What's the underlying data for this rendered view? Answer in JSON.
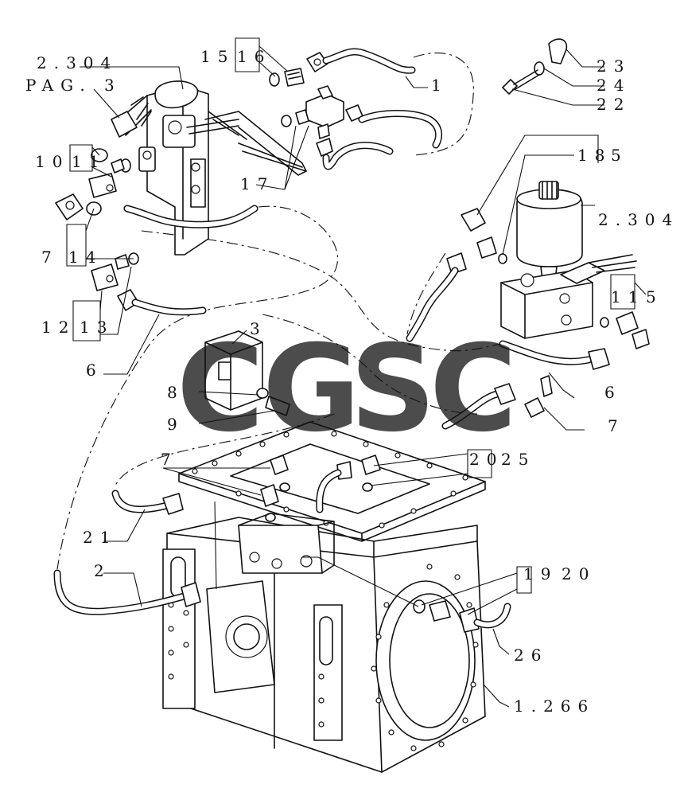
{
  "watermark": {
    "letters": [
      "C",
      "G",
      "S",
      "C"
    ],
    "colors": [
      "#4f8ff7",
      "#f0776c",
      "#fbd15a",
      "#2e9a6a"
    ]
  },
  "callouts": {
    "ref_2_304_top": "2.304",
    "pag_3": "PAG. 3",
    "c15": "15",
    "c16": "16",
    "c1": "1",
    "c23": "23",
    "c24": "24",
    "c22": "22",
    "c10": "10",
    "c11": "11",
    "c17": "17",
    "c18": "18",
    "c5": "5",
    "ref_2_304_right": "2.304",
    "c7_left": "7",
    "c14": "14",
    "c11_right": "11",
    "c5_right": "5",
    "c12": "12",
    "c13": "13",
    "c6_left": "6",
    "c3": "3",
    "c6_right": "6",
    "c8": "8",
    "c9": "9",
    "c7_right": "7",
    "c20": "20",
    "c25": "25",
    "c7_mid": "7",
    "c21": "21",
    "c2": "2",
    "c19": "19",
    "c20_low": "20",
    "c26": "26",
    "ref_1_266": "1.266"
  }
}
